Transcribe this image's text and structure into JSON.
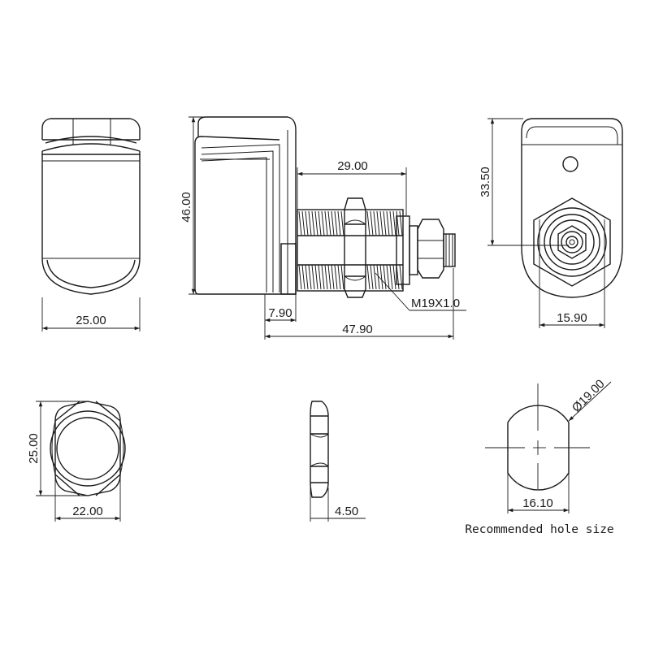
{
  "dimensions": {
    "front_width": "25.00",
    "side_height": "46.00",
    "thread_length": "29.00",
    "thread_spec": "M19X1.0",
    "plate_thickness": "7.90",
    "total_length": "47.90",
    "back_height": "33.50",
    "back_hex": "15.90",
    "nut_height": "25.00",
    "nut_width": "22.00",
    "nut_thickness": "4.50",
    "hole_diameter": "Ø19.00",
    "hole_flat": "16.10"
  },
  "caption": "Recommended hole size"
}
